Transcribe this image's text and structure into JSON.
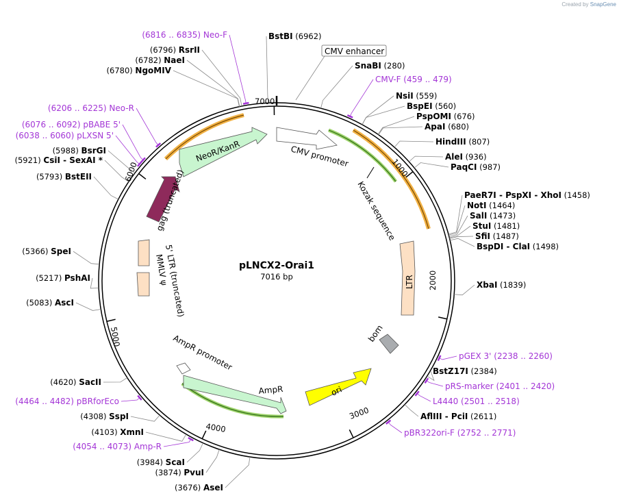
{
  "credit": {
    "prefix": "Created by",
    "brand": "SnapGene"
  },
  "plasmid": {
    "name": "pLNCX2-Orai1",
    "size_text": "7016 bp",
    "length": 7016
  },
  "ticks": [
    "1000",
    "2000",
    "3000",
    "4000",
    "5000",
    "6000",
    "7000"
  ],
  "sites": [
    {
      "name": "BstBI",
      "pos": "(6962)"
    },
    {
      "name": "SnaBI",
      "pos": "(280)"
    },
    {
      "name": "NsiI",
      "pos": "(559)"
    },
    {
      "name": "BspEI",
      "pos": "(560)"
    },
    {
      "name": "PspOMI",
      "pos": "(676)"
    },
    {
      "name": "ApaI",
      "pos": "(680)"
    },
    {
      "name": "HindIII",
      "pos": "(807)"
    },
    {
      "name": "AleI",
      "pos": "(936)"
    },
    {
      "name": "PaqCI",
      "pos": "(987)"
    },
    {
      "name": "PaeR7I",
      "sep1": "- PspXI",
      "sep2": "- XhoI",
      "pos": "(1458)"
    },
    {
      "name": "NotI",
      "pos": "(1464)"
    },
    {
      "name": "SalI",
      "pos": "(1473)"
    },
    {
      "name": "StuI",
      "pos": "(1481)"
    },
    {
      "name": "SfiI",
      "pos": "(1487)"
    },
    {
      "name": "BspDI",
      "sep1": "- ClaI",
      "pos": "(1498)"
    },
    {
      "name": "XbaI",
      "pos": "(1839)"
    },
    {
      "name": "BstZ17I",
      "pos": "(2384)"
    },
    {
      "name": "AflIII",
      "sep1": "- PciI",
      "pos": "(2611)"
    },
    {
      "name": "AseI",
      "pos": "(3676)"
    },
    {
      "name": "PvuI",
      "pos": "(3874)"
    },
    {
      "name": "ScaI",
      "pos": "(3984)"
    },
    {
      "name": "XmnI",
      "pos": "(4103)"
    },
    {
      "name": "SspI",
      "pos": "(4308)"
    },
    {
      "name": "SacII",
      "pos": "(4620)"
    },
    {
      "name": "AscI",
      "pos": "(5083)"
    },
    {
      "name": "PshAI",
      "pos": "(5217)"
    },
    {
      "name": "SpeI",
      "pos": "(5366)"
    },
    {
      "name": "BstEII",
      "pos": "(5793)"
    },
    {
      "name": "CsiI",
      "sep1": "- SexAI *",
      "pos": "(5921)"
    },
    {
      "name": "BsrGI",
      "pos": "(5988)"
    },
    {
      "name": "NgoMIV",
      "pos": "(6780)"
    },
    {
      "name": "NaeI",
      "pos": "(6782)"
    },
    {
      "name": "RsrII",
      "pos": "(6796)"
    }
  ],
  "primers": [
    {
      "name": "Neo-F",
      "range": "(6816 .. 6835)"
    },
    {
      "name": "CMV-F",
      "range": "(459 .. 479)"
    },
    {
      "name": "Neo-R",
      "range": "(6206 .. 6225)"
    },
    {
      "name": "pBABE 5'",
      "range": "(6076 .. 6092)"
    },
    {
      "name": "pLXSN 5'",
      "range": "(6038 .. 6060)"
    },
    {
      "name": "pGEX 3'",
      "range": "(2238 .. 2260)"
    },
    {
      "name": "pRS-marker",
      "range": "(2401 .. 2420)"
    },
    {
      "name": "L4440",
      "range": "(2501 .. 2518)"
    },
    {
      "name": "pBR322ori-F",
      "range": "(2752 .. 2771)"
    },
    {
      "name": "pBRforEco",
      "range": "(4464 .. 4482)"
    },
    {
      "name": "Amp-R",
      "range": "(4054 .. 4073)"
    }
  ],
  "features": {
    "cmv_enhancer": "CMV enhancer",
    "cmv_promoter": "CMV promoter",
    "kozak": "Kozak sequence",
    "ltr": "LTR",
    "bom": "bom",
    "ori": "ori",
    "ampr": "AmpR",
    "ampr_promoter": "AmpR promoter",
    "ltr5": "5' LTR (truncated)",
    "mmlv": "MMLV ψ",
    "gag": "gag (truncated)",
    "neor": "NeoR/KanR"
  },
  "colors": {
    "primer": "#a335d6",
    "neor_fill": "#c8f5cf",
    "ampr_fill": "#c8f5cf",
    "cmv_fill": "#ffffff",
    "ltr_fill": "#fde0c4",
    "gag_fill": "#8e2a5b",
    "ori_fill": "#ffff00",
    "bom_fill": "#a9acaf",
    "orf_orange": "#f0a830",
    "orf_green": "#5ea032"
  }
}
